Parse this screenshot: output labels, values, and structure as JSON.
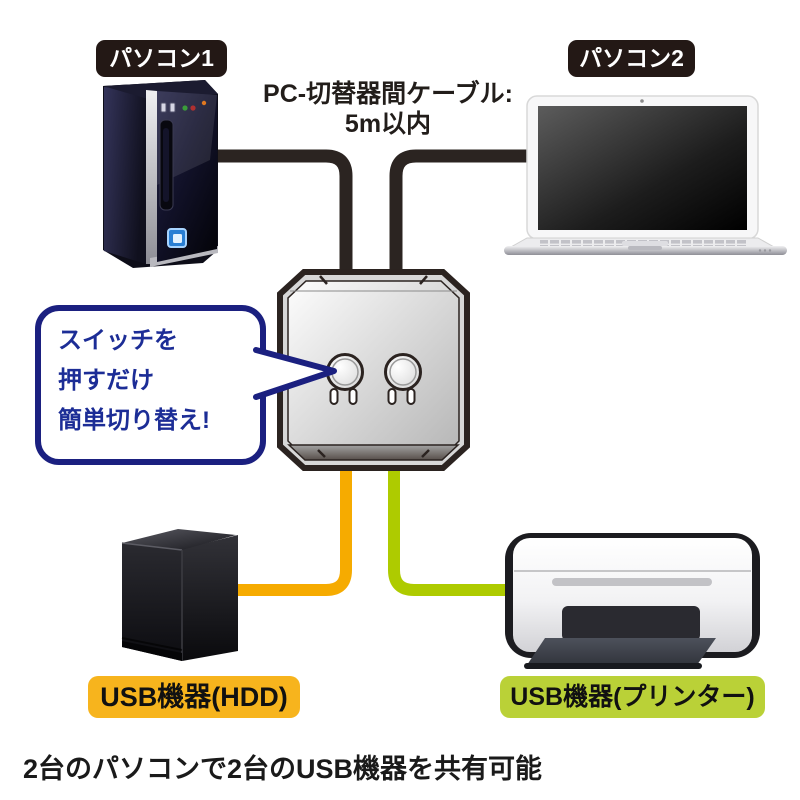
{
  "diagram": {
    "pc1_label": "パソコン1",
    "pc2_label": "パソコン2",
    "cable_note_line1": "PC-切替器間ケーブル:",
    "cable_note_line2": "5m以内",
    "bubble": {
      "line1": "スイッチを",
      "line2": "押すだけ",
      "line3": "簡単切り替え!"
    },
    "hdd_label": "USB機器(HDD)",
    "printer_label": "USB機器(プリンター)",
    "caption": "2台のパソコンで2台のUSB機器を共有可能",
    "colors": {
      "cable_black": "#2b2421",
      "cable_orange": "#f6ab00",
      "cable_green": "#aecb00",
      "label_orange": "#f7b41d",
      "label_green": "#bad137",
      "tag_background": "#231815",
      "bubble_border": "#1b2080",
      "bubble_text": "#1c2d96"
    }
  }
}
